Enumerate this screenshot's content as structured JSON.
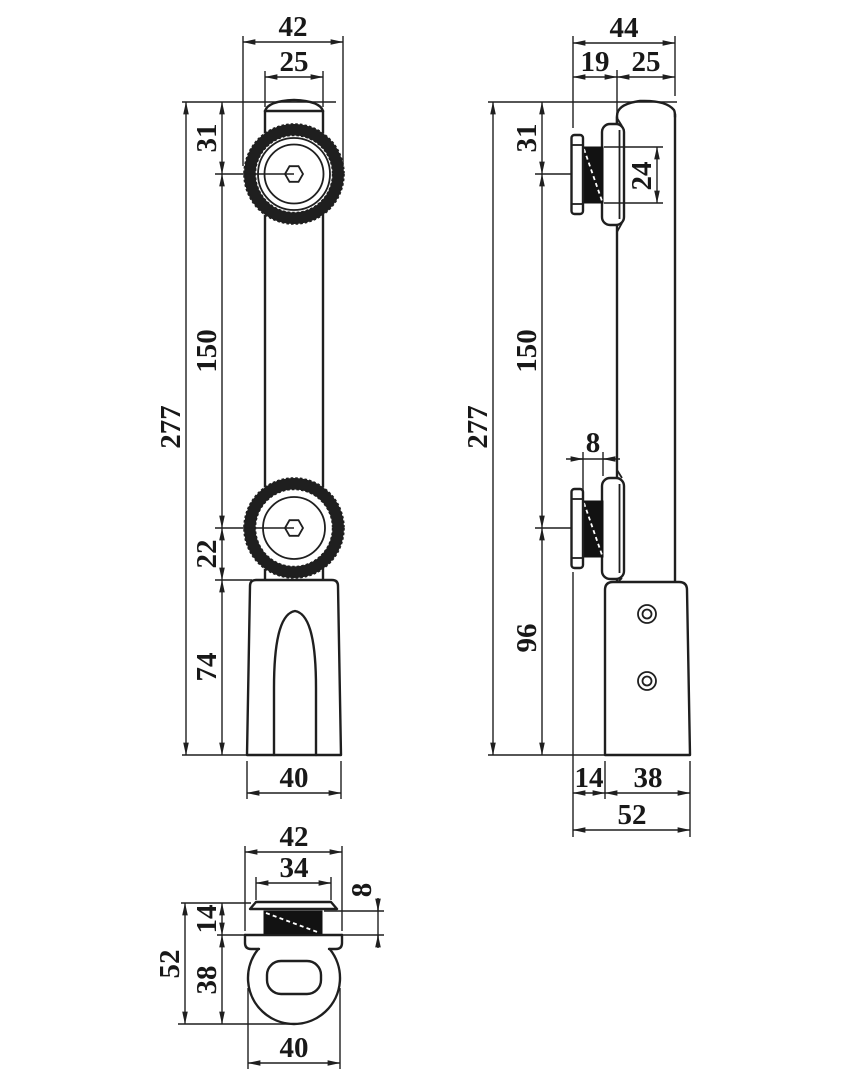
{
  "drawing": {
    "background": "#ffffff",
    "line_color": "#1f1f1f",
    "front_view": {
      "roller_diameter": "42",
      "cap_width": "25",
      "top_to_roller": "31",
      "roller_spacing": "150",
      "total_height": "277",
      "roller_to_base": "22",
      "base_height": "74",
      "base_width": "40"
    },
    "side_view": {
      "total_depth": "44",
      "wheel_offset": "19",
      "body_depth": "25",
      "top_to_roller": "31",
      "hub_diameter": "24",
      "roller_spacing": "150",
      "total_height": "277",
      "groove_width": "8",
      "roller_to_bottom": "96",
      "pad_to_base": "14",
      "base_depth": "38",
      "base_total_depth": "52"
    },
    "bottom_view": {
      "flange_width": "42",
      "cap_top_width": "34",
      "roller_edge_thickness": "8",
      "cap_height": "14",
      "total_height": "52",
      "body_height": "38",
      "base_diameter": "40"
    }
  }
}
